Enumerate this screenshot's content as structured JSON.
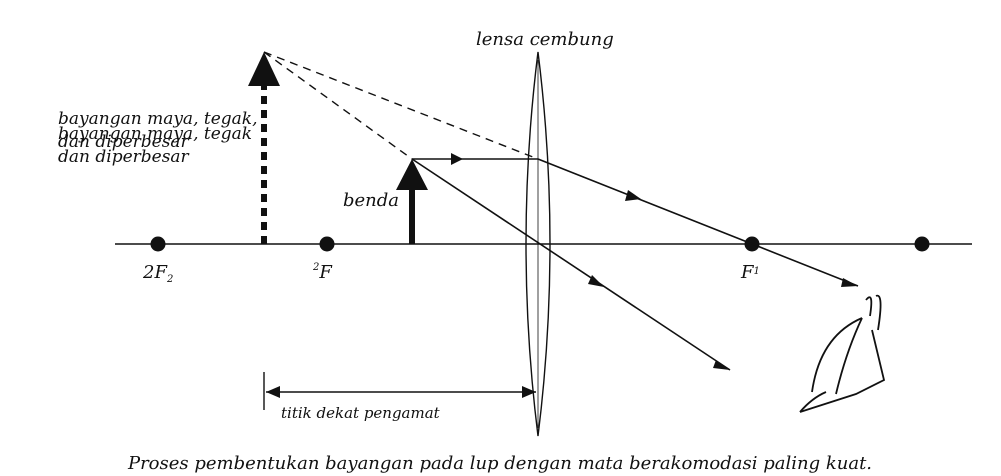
{
  "diagram": {
    "lens_label": "lensa cembung",
    "object_label": "benda",
    "image_label_line1_a": "bayangan maya, tegak,",
    "image_label_line2_a": "dan diperbesar",
    "image_label_line1_b": "bayangan maya, tegak",
    "image_label_line2_b": "dan diperbesar",
    "point_2f": "2F",
    "point_2f_sub": "2",
    "point_f_left": "F",
    "point_f_left_sup": "2",
    "point_f_right": "F",
    "point_f_right_sub": "1",
    "near_point_label": "titik dekat pengamat"
  },
  "caption": "Proses pembentukan bayangan pada lup dengan mata berakomodasi paling kuat."
}
